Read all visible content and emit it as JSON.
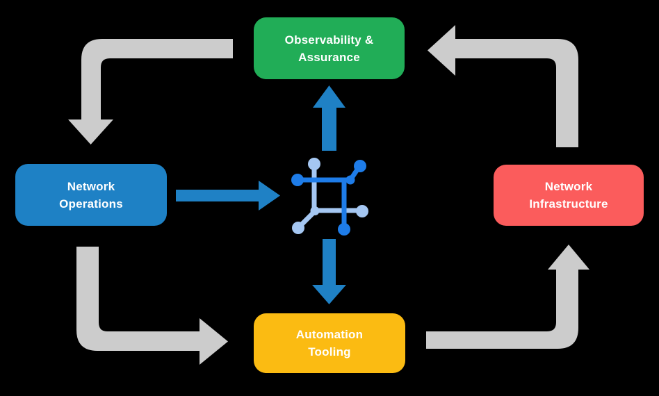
{
  "nodes": {
    "observability": {
      "line1": "Observability &",
      "line2": "Assurance",
      "color": "#21AD57"
    },
    "operations": {
      "line1": "Network",
      "line2": "Operations",
      "color": "#1E81C5"
    },
    "infrastructure": {
      "line1": "Network",
      "line2": "Infrastructure",
      "color": "#FB5C5C"
    },
    "tooling": {
      "line1": "Automation",
      "line2": "Tooling",
      "color": "#FBBB12"
    }
  },
  "colors": {
    "background": "#000000",
    "cycle_arrow": "#CCCCCC",
    "flow_arrow": "#1F81C5",
    "icon_dark": "#1E7CE8",
    "icon_light": "#A5C7F2",
    "text": "#FFFFFF"
  },
  "icons": {
    "center": "network-automation-icon"
  }
}
